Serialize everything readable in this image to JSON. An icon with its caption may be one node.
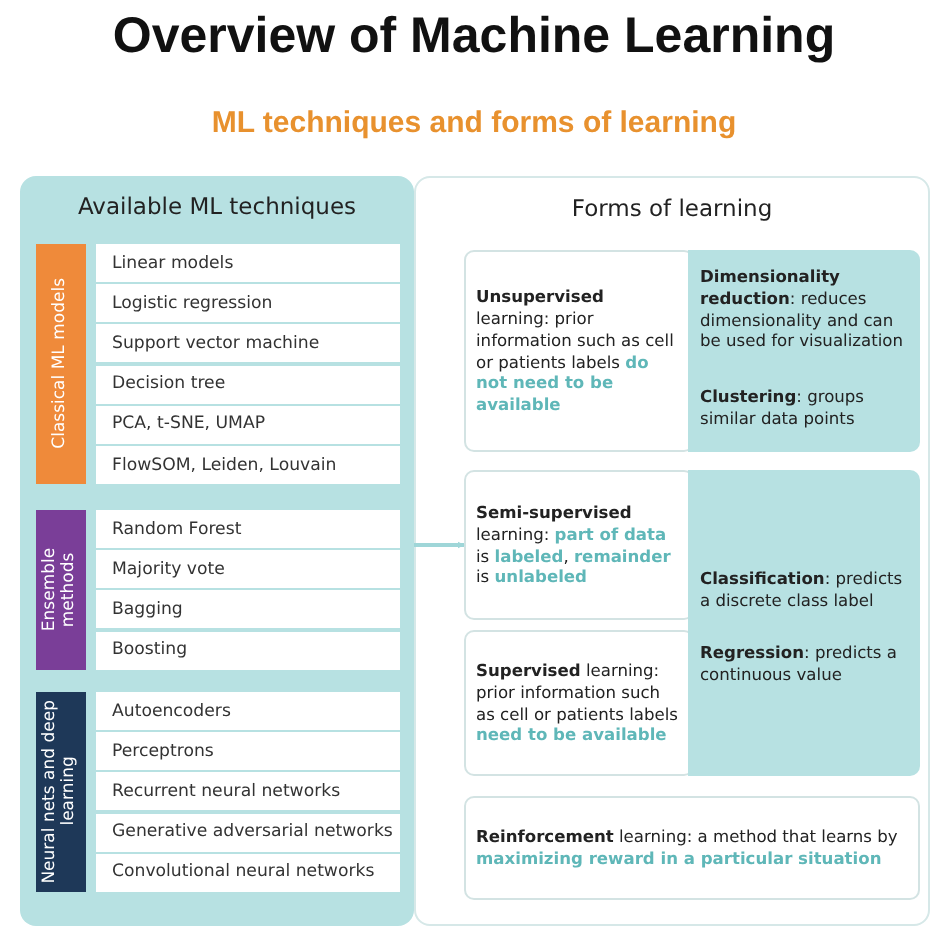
{
  "diagram": {
    "title": "Overview of Machine Learning",
    "nodes": [
      {
        "text": [
          "Available ML techniques"
        ]
      },
      {
        "text": [
          "Classical ML models"
        ],
        "in": 0
      },
      {
        "text": [
          "Linear models"
        ],
        "in": 0
      },
      {
        "text": [
          "Logistic regression"
        ],
        "in": 0
      },
      {
        "text": [
          "Support vector machine"
        ],
        "in": 0
      },
      {
        "text": [
          "Decision tree"
        ],
        "in": 0
      },
      {
        "text": [
          "PCA, t-SNE, UMAP"
        ],
        "in": 0
      },
      {
        "text": [
          "FlowSOM, Leiden, Louvain"
        ],
        "in": 0
      },
      {
        "text": [
          "Ensemble methods"
        ],
        "in": 0
      },
      {
        "text": [
          "Random Forest"
        ],
        "in": 0
      },
      {
        "text": [
          "Majority vote"
        ],
        "in": 0
      },
      {
        "text": [
          "Bagging"
        ],
        "in": 0
      },
      {
        "text": [
          "Boosting"
        ],
        "in": 0
      },
      {
        "text": [
          "Neural nets and deep learning"
        ],
        "in": 0
      },
      {
        "text": [
          "Autoencoders"
        ],
        "in": 0
      },
      {
        "text": [
          "Perceptrons"
        ],
        "in": 0
      },
      {
        "text": [
          "Recurrent neural networks"
        ],
        "in": 0
      },
      {
        "text": [
          "Generative adversarial networks"
        ],
        "in": 0
      },
      {
        "text": [
          "Convolutional neural networks"
        ],
        "in": 0
      },
      {
        "text": [
          "Forms of learning"
        ]
      },
      {
        "text": [
          "**Unsupervised** learning: prior information such as cell or patients labels *do not need to be available*"
        ],
        "in": 19
      },
      {
        "text": [
          "**Dimensionality reduction**: reduces dimensionality and can be used for visualization",
          "**Clustering**: groups similar data points"
        ],
        "in": 19
      },
      {
        "text": [
          "**Semi-supervised** learning: *part of data* is *labeled*, *remainder* is *unlabeled*"
        ],
        "in": 19
      },
      {
        "text": [
          "**Supervised** learning: prior information such as cell or patients labels *need to be available*"
        ],
        "in": 19
      },
      {
        "text": [
          "**Classification**: predicts a discrete class label",
          "**Regression**: predicts a continuous value"
        ],
        "in": 19
      },
      {
        "text": [
          "**Reinforcement** learning: a method that learns by *maximizing reward in a particular situation*"
        ],
        "in": 19
      }
    ],
    "edges": [
      {
        "from": 0,
        "to": 22,
        "arrow": "to"
      }
    ],
    "labels": [
      "ML techniques and forms of learning"
    ]
  }
}
